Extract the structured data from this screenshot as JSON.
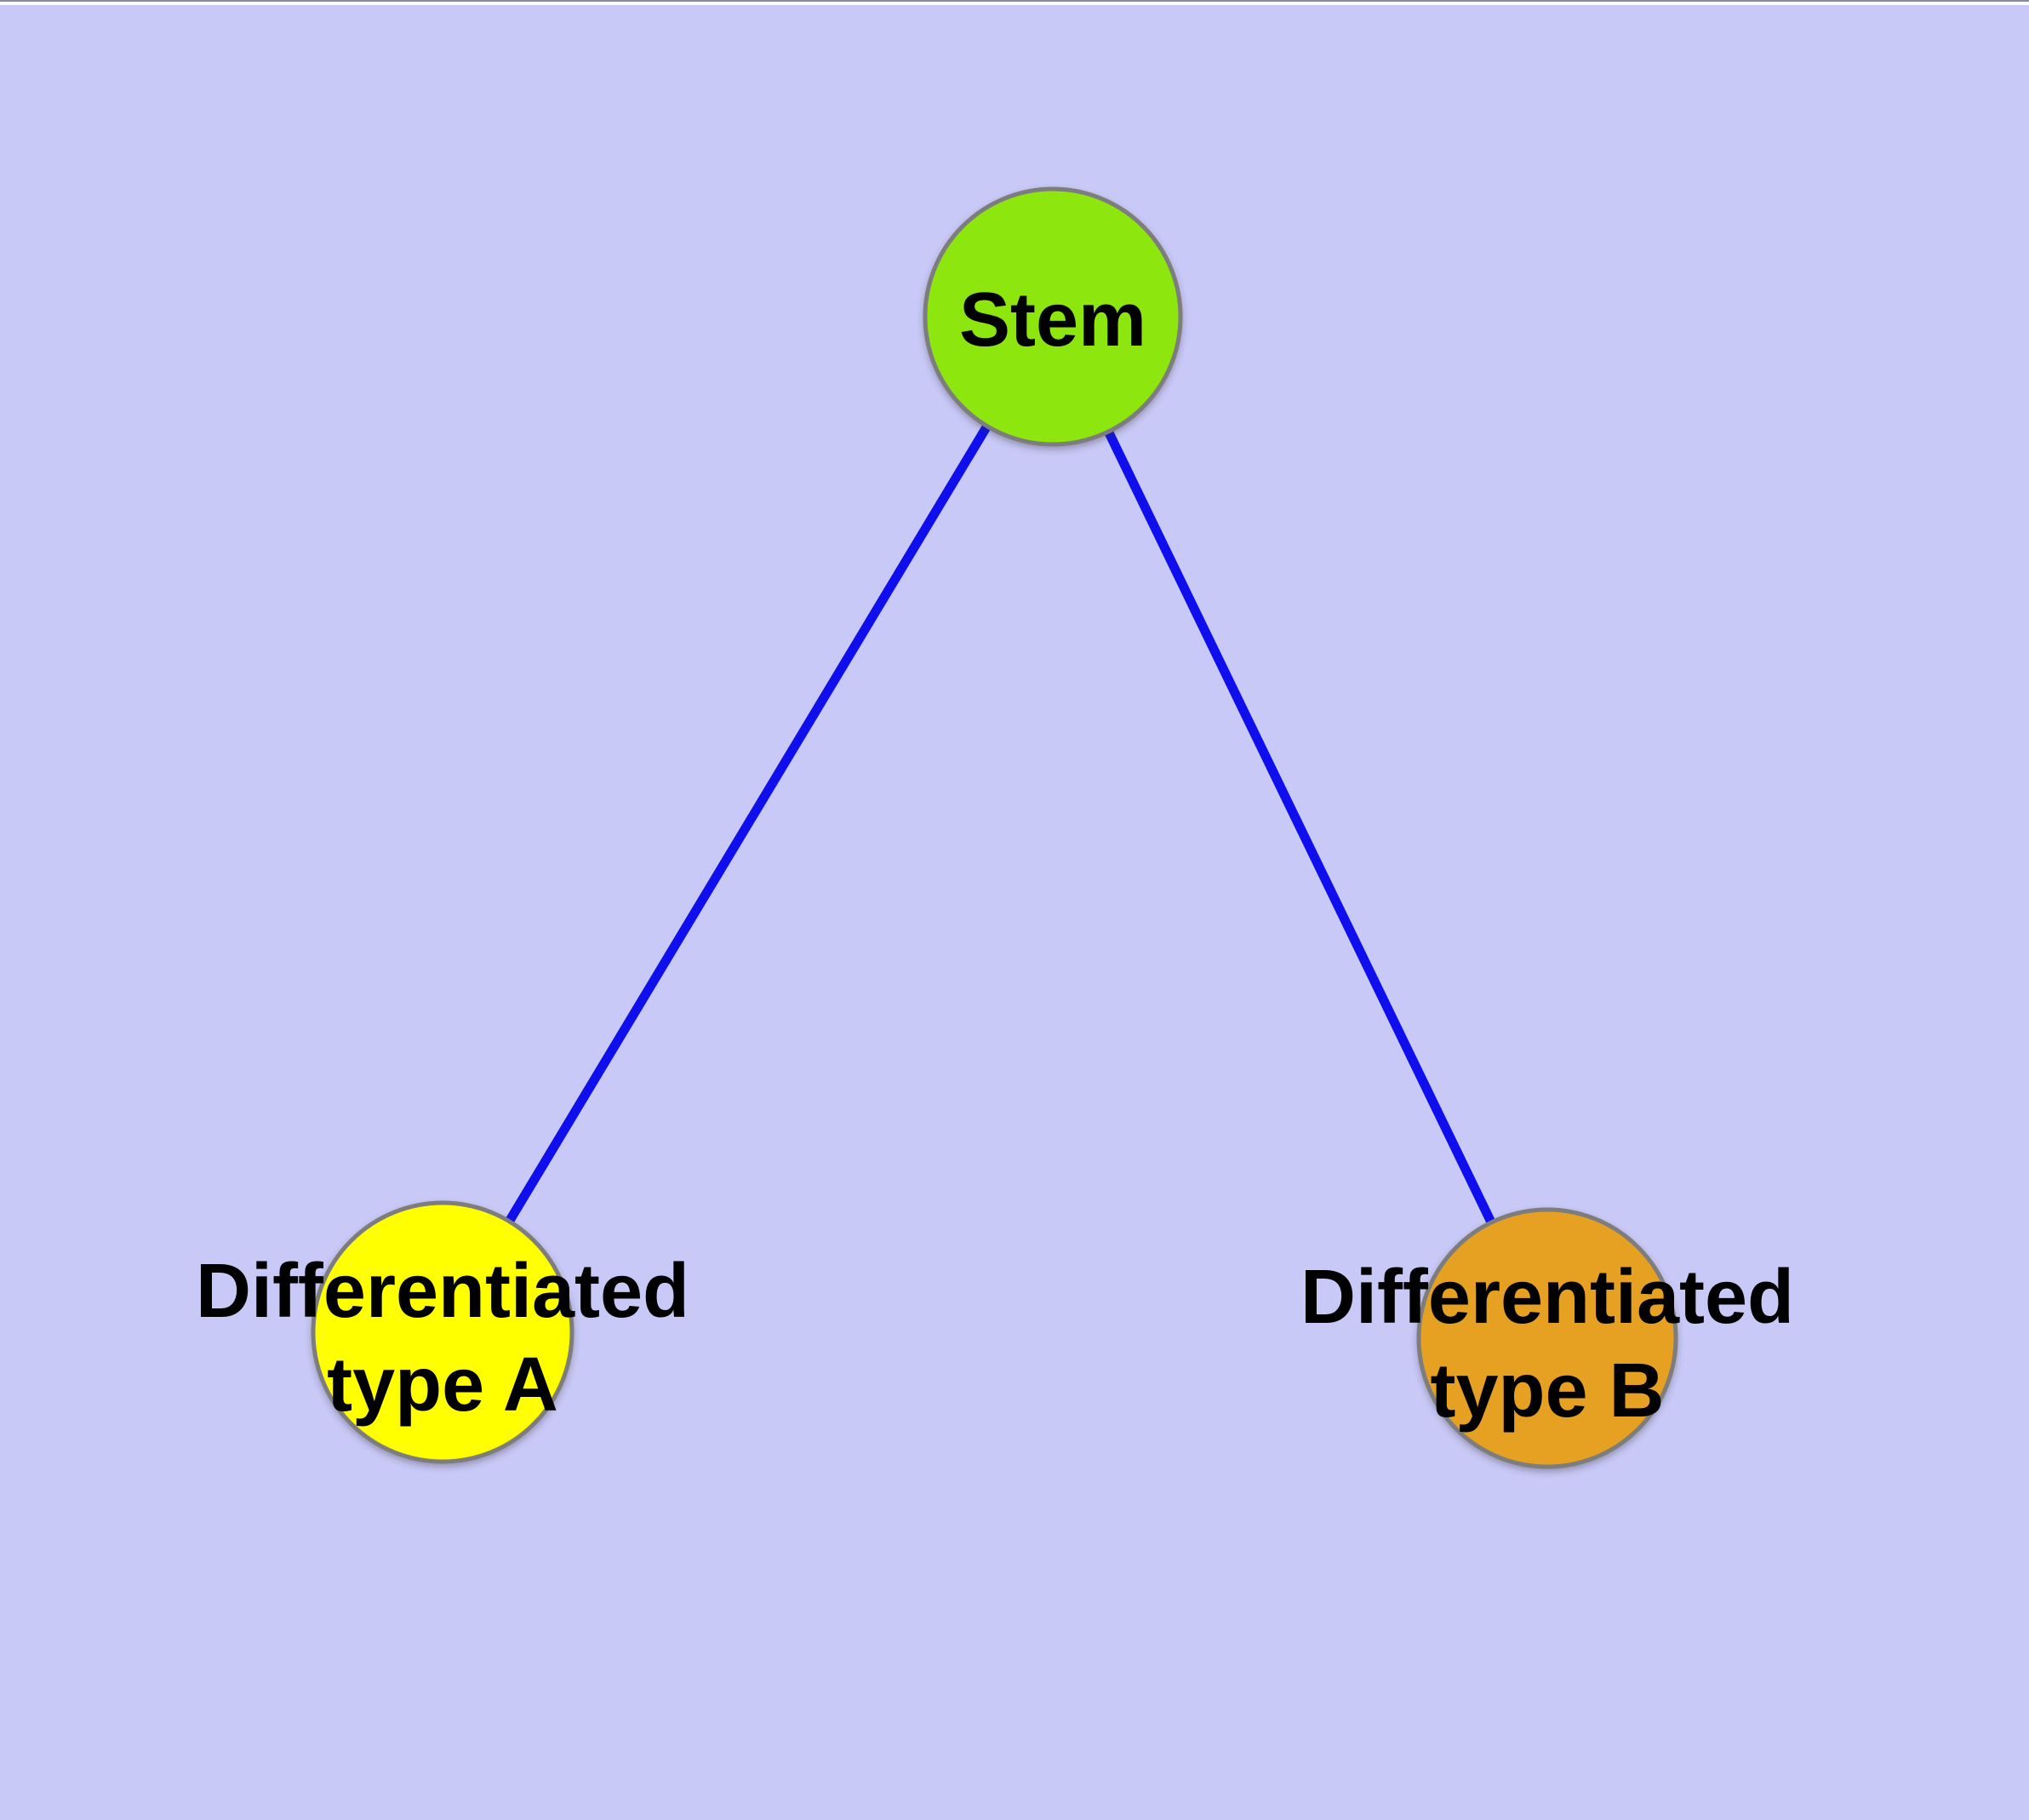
{
  "diagram": {
    "colors": {
      "background": "#c9c9f7",
      "edge": "#0f0fee",
      "node_border": "#7d7d7d",
      "label_text": "#000000",
      "stem_fill": "#8de60d",
      "type_a_fill": "#ffff00",
      "type_b_fill": "#e6a124"
    },
    "nodes": [
      {
        "id": "stem",
        "label": "Stem",
        "color": "#8de60d"
      },
      {
        "id": "differentiated-type-a",
        "label": "Differentiated type A",
        "label_line1": "Differentiated",
        "label_line2": "type A",
        "color": "#ffff00"
      },
      {
        "id": "differentiated-type-b",
        "label": "Differentiated type B",
        "label_line1": "Differentiated",
        "label_line2": "type B",
        "color": "#e6a124"
      }
    ],
    "edges": [
      {
        "from": "Stem",
        "to": "Differentiated type A"
      },
      {
        "from": "Stem",
        "to": "Differentiated type B"
      }
    ]
  }
}
